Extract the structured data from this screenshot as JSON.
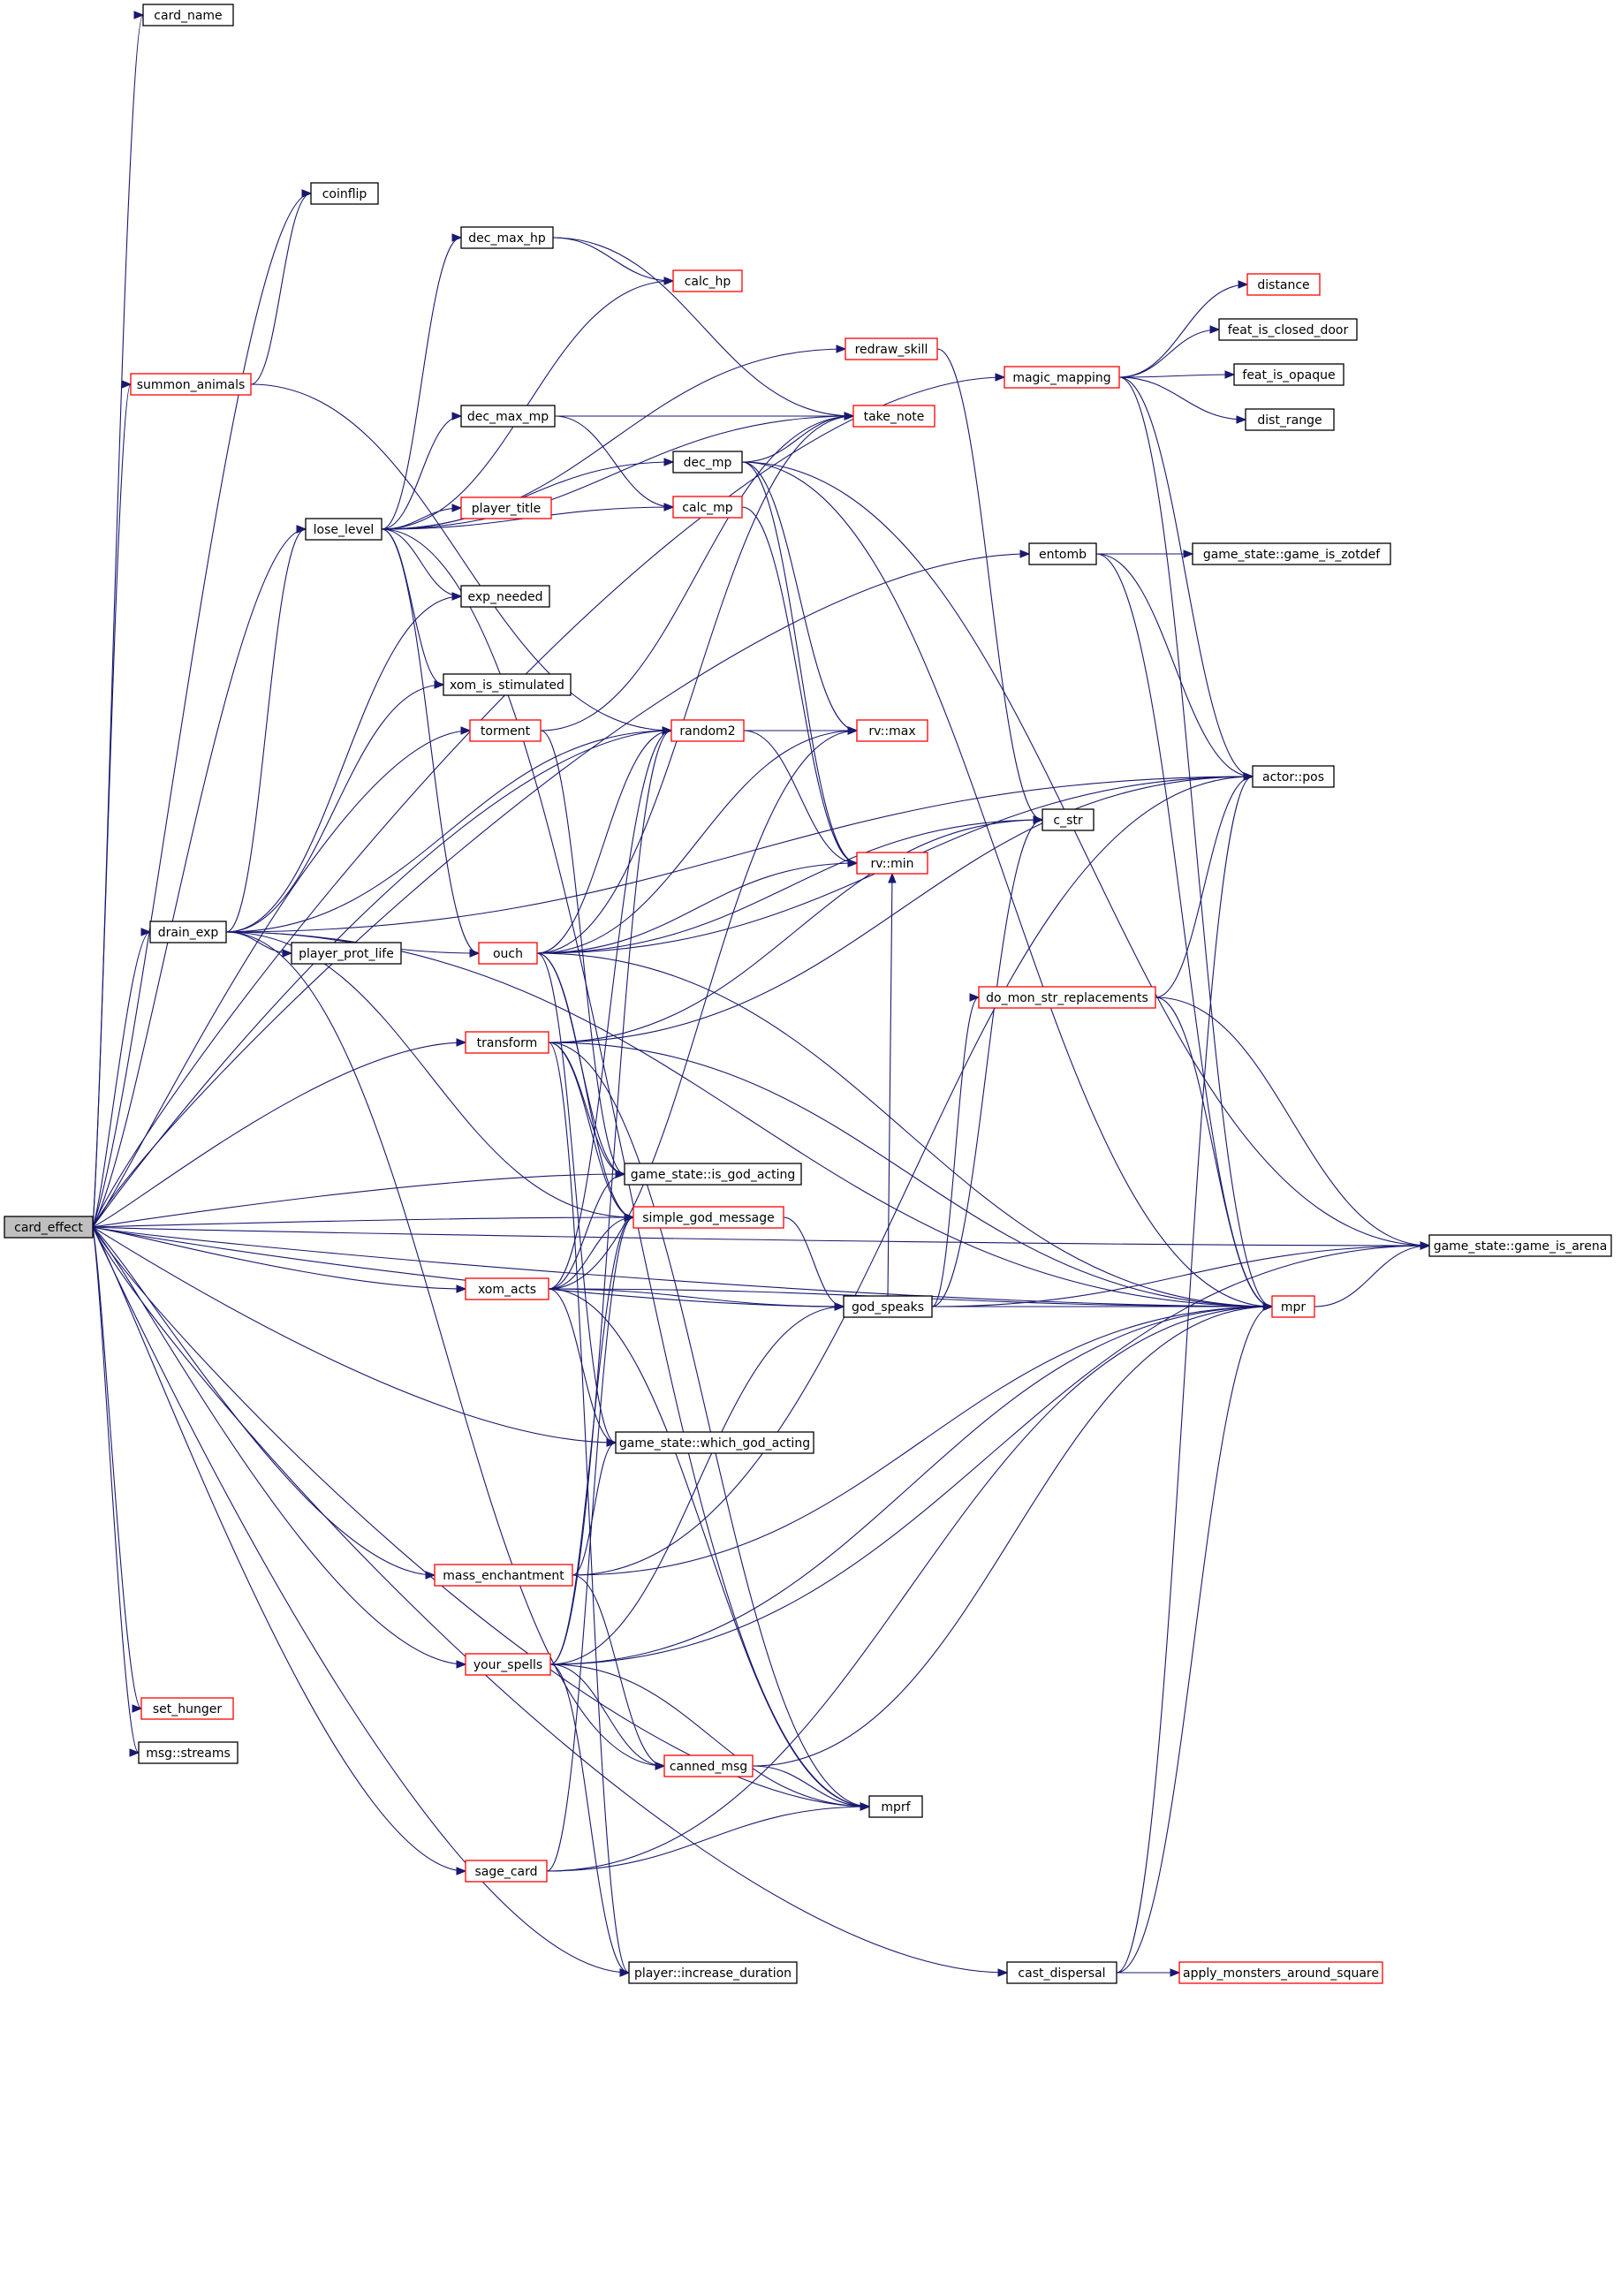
{
  "colors": {
    "edge": "#191970",
    "black_border": "#000000",
    "red_border": "#ff0000",
    "root_fill": "#bfbfbf",
    "node_fill": "#ffffff"
  },
  "nodes": [
    {
      "id": "card_effect",
      "label": "card_effect",
      "style": "root"
    },
    {
      "id": "card_name",
      "label": "card_name",
      "style": "black"
    },
    {
      "id": "coinflip",
      "label": "coinflip",
      "style": "black"
    },
    {
      "id": "summon_animals",
      "label": "summon_animals",
      "style": "red"
    },
    {
      "id": "dec_max_hp",
      "label": "dec_max_hp",
      "style": "black"
    },
    {
      "id": "calc_hp",
      "label": "calc_hp",
      "style": "red"
    },
    {
      "id": "redraw_skill",
      "label": "redraw_skill",
      "style": "red"
    },
    {
      "id": "take_note",
      "label": "take_note",
      "style": "red"
    },
    {
      "id": "dec_max_mp",
      "label": "dec_max_mp",
      "style": "black"
    },
    {
      "id": "dec_mp",
      "label": "dec_mp",
      "style": "black"
    },
    {
      "id": "calc_mp",
      "label": "calc_mp",
      "style": "red"
    },
    {
      "id": "player_title",
      "label": "player_title",
      "style": "red"
    },
    {
      "id": "lose_level",
      "label": "lose_level",
      "style": "black"
    },
    {
      "id": "exp_needed",
      "label": "exp_needed",
      "style": "black"
    },
    {
      "id": "xom_is_stimulated",
      "label": "xom_is_stimulated",
      "style": "black"
    },
    {
      "id": "torment",
      "label": "torment",
      "style": "red"
    },
    {
      "id": "random2",
      "label": "random2",
      "style": "red"
    },
    {
      "id": "rv_max",
      "label": "rv::max",
      "style": "red"
    },
    {
      "id": "rv_min",
      "label": "rv::min",
      "style": "red"
    },
    {
      "id": "c_str",
      "label": "c_str",
      "style": "black"
    },
    {
      "id": "drain_exp",
      "label": "drain_exp",
      "style": "black"
    },
    {
      "id": "player_prot_life",
      "label": "player_prot_life",
      "style": "black"
    },
    {
      "id": "ouch",
      "label": "ouch",
      "style": "red"
    },
    {
      "id": "transform",
      "label": "transform",
      "style": "red"
    },
    {
      "id": "is_god_acting",
      "label": "game_state::is_god_acting",
      "style": "black"
    },
    {
      "id": "simple_god_message",
      "label": "simple_god_message",
      "style": "red"
    },
    {
      "id": "xom_acts",
      "label": "xom_acts",
      "style": "red"
    },
    {
      "id": "god_speaks",
      "label": "god_speaks",
      "style": "black"
    },
    {
      "id": "which_god_acting",
      "label": "game_state::which_god_acting",
      "style": "black"
    },
    {
      "id": "mass_enchantment",
      "label": "mass_enchantment",
      "style": "red"
    },
    {
      "id": "your_spells",
      "label": "your_spells",
      "style": "red"
    },
    {
      "id": "set_hunger",
      "label": "set_hunger",
      "style": "red"
    },
    {
      "id": "msg_streams",
      "label": "msg::streams",
      "style": "black"
    },
    {
      "id": "canned_msg",
      "label": "canned_msg",
      "style": "red"
    },
    {
      "id": "mprf",
      "label": "mprf",
      "style": "black"
    },
    {
      "id": "sage_card",
      "label": "sage_card",
      "style": "red"
    },
    {
      "id": "increase_duration",
      "label": "player::increase_duration",
      "style": "black"
    },
    {
      "id": "cast_dispersal",
      "label": "cast_dispersal",
      "style": "black"
    },
    {
      "id": "apply_monsters",
      "label": "apply_monsters_around_square",
      "style": "red"
    },
    {
      "id": "magic_mapping",
      "label": "magic_mapping",
      "style": "red"
    },
    {
      "id": "distance",
      "label": "distance",
      "style": "red"
    },
    {
      "id": "feat_is_closed_door",
      "label": "feat_is_closed_door",
      "style": "black"
    },
    {
      "id": "feat_is_opaque",
      "label": "feat_is_opaque",
      "style": "black"
    },
    {
      "id": "dist_range",
      "label": "dist_range",
      "style": "black"
    },
    {
      "id": "entomb",
      "label": "entomb",
      "style": "black"
    },
    {
      "id": "game_is_zotdef",
      "label": "game_state::game_is_zotdef",
      "style": "black"
    },
    {
      "id": "actor_pos",
      "label": "actor::pos",
      "style": "black"
    },
    {
      "id": "do_mon_str_replacements",
      "label": "do_mon_str_replacements",
      "style": "red"
    },
    {
      "id": "mpr",
      "label": "mpr",
      "style": "red"
    },
    {
      "id": "game_is_arena",
      "label": "game_state::game_is_arena",
      "style": "black"
    }
  ]
}
